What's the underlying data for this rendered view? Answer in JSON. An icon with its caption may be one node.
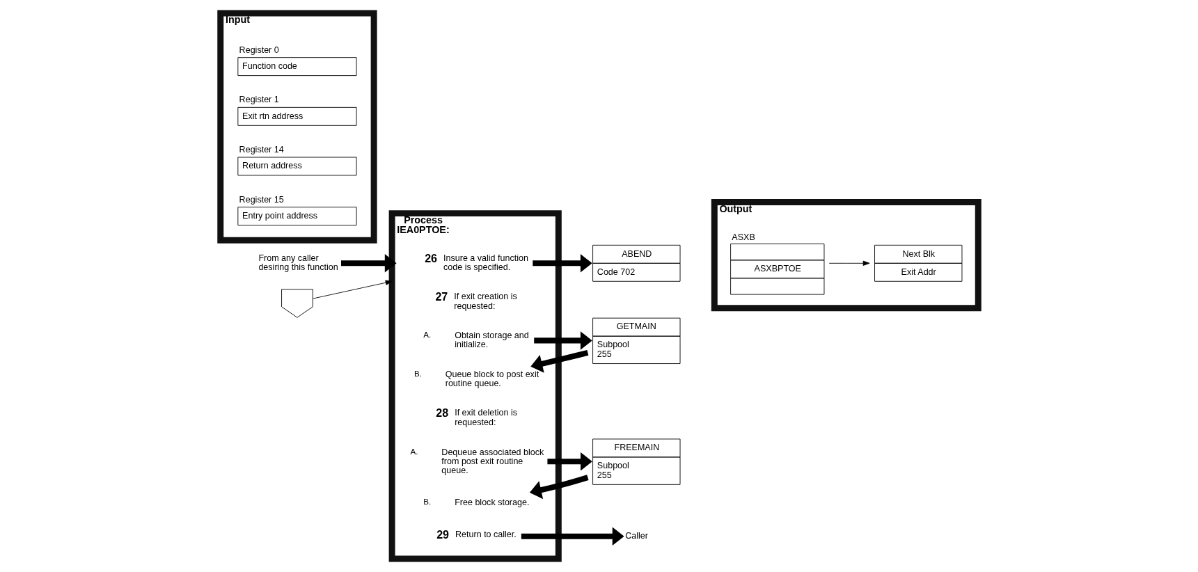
{
  "diagram": {
    "nodes": [
      {
        "text": [
          "Input"
        ]
      },
      {
        "text": [
          "Register 0",
          "Function code"
        ],
        "in": 0
      },
      {
        "text": [
          "Register 1",
          "Exit rtn address"
        ],
        "in": 0
      },
      {
        "text": [
          "Register 14",
          "Return address"
        ],
        "in": 0
      },
      {
        "text": [
          "Register 15",
          "Entry point address"
        ],
        "in": 0
      },
      {
        "text": [
          "From any caller desiring this function"
        ]
      },
      {
        "text": [],
        "shape": "pentagon"
      },
      {
        "text": [
          "Process",
          "IEA0PTOE:"
        ]
      },
      {
        "text": [
          "26",
          "Insure a valid function code is specified."
        ],
        "in": 7
      },
      {
        "text": [
          "27",
          "If exit creation is requested:"
        ],
        "in": 7
      },
      {
        "text": [
          "A.",
          "Obtain storage and initialize."
        ],
        "in": 7
      },
      {
        "text": [
          "B.",
          "Queue block to post exit routine queue."
        ],
        "in": 7
      },
      {
        "text": [
          "28",
          "If exit deletion is requested:"
        ],
        "in": 7
      },
      {
        "text": [
          "A.",
          "Dequeue associated block from post exit routine queue."
        ],
        "in": 7
      },
      {
        "text": [
          "B.",
          "Free block storage."
        ],
        "in": 7
      },
      {
        "text": [
          "29",
          "Return to caller."
        ],
        "in": 7
      },
      {
        "text": [
          "ABEND",
          "Code 702"
        ]
      },
      {
        "text": [
          "GETMAIN",
          "Subpool 255"
        ]
      },
      {
        "text": [
          "FREEMAIN",
          "Subpool 255"
        ]
      },
      {
        "text": [
          "Caller"
        ]
      },
      {
        "text": [
          "Output"
        ]
      },
      {
        "text": [
          "ASXB",
          "ASXBPTOE"
        ],
        "in": 20
      },
      {
        "text": [
          "Next Blk",
          "Exit Addr"
        ],
        "in": 20
      }
    ],
    "edges": [
      {
        "from": 5,
        "to": 7,
        "arrow": "to"
      },
      {
        "from": 6,
        "to": 7,
        "arrow": "to"
      },
      {
        "from": 8,
        "to": 16,
        "arrow": "to"
      },
      {
        "from": 10,
        "to": 17,
        "arrow": "to"
      },
      {
        "from": 17,
        "to": 11,
        "arrow": "to"
      },
      {
        "from": 13,
        "to": 18,
        "arrow": "to"
      },
      {
        "from": 18,
        "to": 14,
        "arrow": "to"
      },
      {
        "from": 15,
        "to": 19,
        "arrow": "to"
      },
      {
        "from": 21,
        "to": 22,
        "arrow": "to"
      }
    ]
  }
}
